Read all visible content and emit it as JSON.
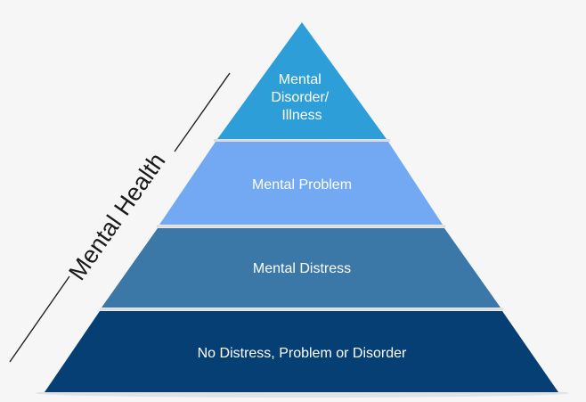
{
  "diagram": {
    "tiers": [
      {
        "lines": [
          "Mental",
          "Disorder/",
          "Illness"
        ],
        "color": "#2e9ed9"
      },
      {
        "lines": [
          "Mental Problem"
        ],
        "color": "#72a9f2"
      },
      {
        "lines": [
          "Mental Distress"
        ],
        "color": "#3b78a8"
      },
      {
        "lines": [
          "No Distress, Problem or Disorder"
        ],
        "color": "#063f73"
      }
    ],
    "side_label": "Mental Health",
    "separator_color": "#dcdcdc",
    "line_color": "#222222"
  }
}
